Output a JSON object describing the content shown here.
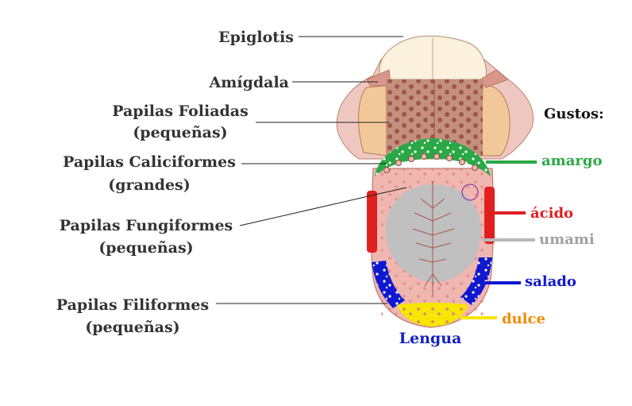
{
  "title": "Lengua",
  "gustos_header": "Gustos:",
  "anatomy_labels": {
    "epiglotis": "Epiglotis",
    "amigdala": "Amígdala",
    "foliadas_1": "Papilas Foliadas",
    "foliadas_2": "(pequeñas)",
    "caliciformes_1": "Papilas Caliciformes",
    "caliciformes_2": "(grandes)",
    "fungiformes_1": "Papilas Fungiformes",
    "fungiformes_2": "(pequeñas)",
    "filiformes_1": "Papilas Filiformes",
    "filiformes_2": "(pequeñas)"
  },
  "tastes": {
    "amargo": "amargo",
    "acido": "ácido",
    "umami": "umami",
    "salado": "salado",
    "dulce": "dulce"
  },
  "colors": {
    "amargo": "#2aa845",
    "acido": "#e02020",
    "umami": "#b8b8b8",
    "salado": "#1018d0",
    "dulce": "#f7e600",
    "dulce_text": "#f08a00",
    "title": "#1520c0",
    "tongue": "#f0b6b0",
    "tongue_edge": "#c07a70"
  }
}
